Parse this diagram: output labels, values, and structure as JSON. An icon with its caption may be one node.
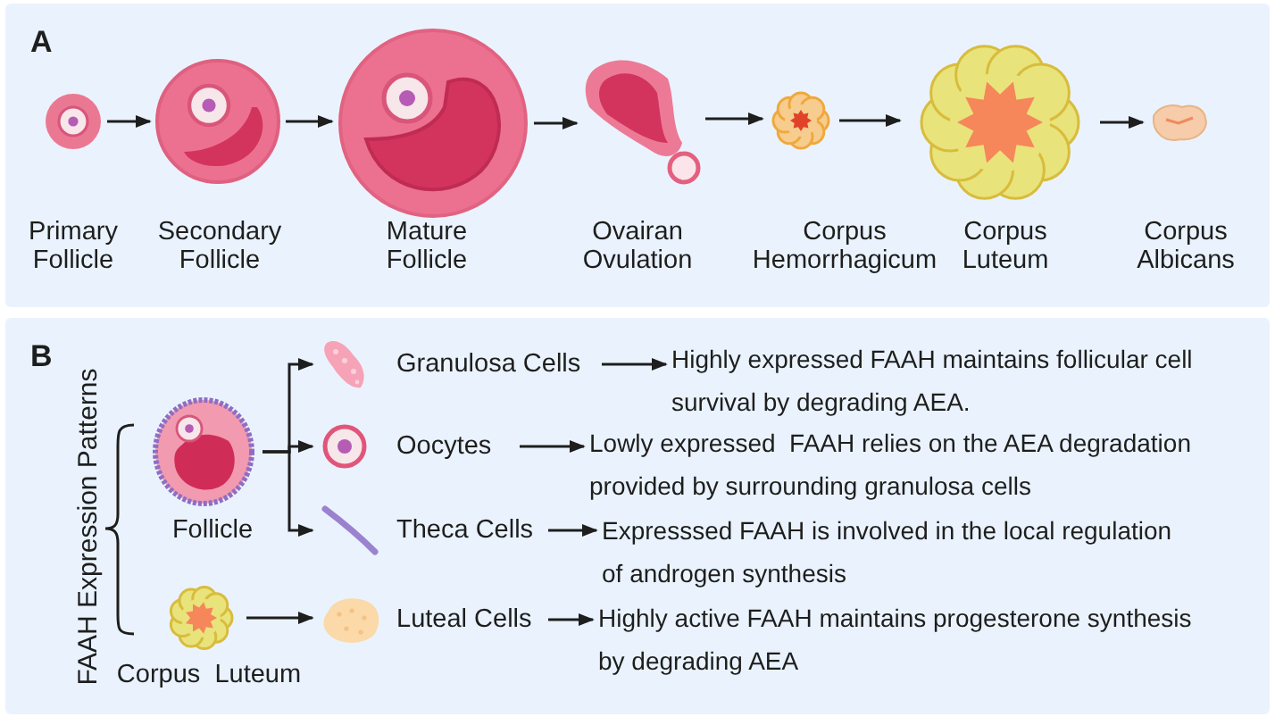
{
  "diagram": {
    "nodes": [
      {
        "text": [
          "A"
        ]
      },
      {
        "text": [],
        "shape": "picture",
        "in": 0
      },
      {
        "text": [],
        "shape": "picture",
        "in": 0
      },
      {
        "text": [],
        "shape": "picture",
        "in": 0
      },
      {
        "text": [],
        "shape": "picture",
        "in": 0
      },
      {
        "text": [],
        "shape": "picture",
        "in": 0
      },
      {
        "text": [],
        "shape": "picture",
        "in": 0
      },
      {
        "text": [],
        "shape": "picture",
        "in": 0
      },
      {
        "text": [
          "B"
        ]
      },
      {
        "text": [],
        "shape": "picture",
        "in": 8,
        "beside": [
          "Follicle"
        ]
      },
      {
        "text": [],
        "shape": "picture",
        "in": 8,
        "beside": [
          "Corpus  Luteum"
        ]
      },
      {
        "text": [
          "Granulosa Cells"
        ],
        "in": 8
      },
      {
        "text": [
          "Oocytes"
        ],
        "in": 8
      },
      {
        "text": [
          "Theca Cells"
        ],
        "in": 8
      },
      {
        "text": [
          "Luteal Cells"
        ],
        "in": 8
      },
      {
        "text": [
          "Highly expressed FAAH maintains follicular cell survival by degrading AEA."
        ],
        "in": 8
      },
      {
        "text": [
          "Lowly expressed  FAAH relies on the AEA degradation provided by surrounding granulosa cells"
        ],
        "in": 8
      },
      {
        "text": [
          "Expresssed FAAH is involved in the local regulation of androgen synthesis"
        ],
        "in": 8
      },
      {
        "text": [
          "Highly active FAAH maintains progesterone synthesis by degrading AEA"
        ],
        "in": 8
      }
    ],
    "edges": [
      {
        "from": 1,
        "to": 2,
        "arrow": "to"
      },
      {
        "from": 2,
        "to": 3,
        "arrow": "to"
      },
      {
        "from": 3,
        "to": 4,
        "arrow": "to"
      },
      {
        "from": 4,
        "to": 5,
        "arrow": "to"
      },
      {
        "from": 5,
        "to": 6,
        "arrow": "to"
      },
      {
        "from": 6,
        "to": 7,
        "arrow": "to"
      },
      {
        "from": 9,
        "to": 11,
        "arrow": "to"
      },
      {
        "from": 9,
        "to": 12,
        "arrow": "to"
      },
      {
        "from": 9,
        "to": 13,
        "arrow": "to"
      },
      {
        "from": 10,
        "to": 14,
        "arrow": "to"
      },
      {
        "from": 11,
        "to": 15,
        "arrow": "to"
      },
      {
        "from": 12,
        "to": 16,
        "arrow": "to"
      },
      {
        "from": 13,
        "to": 17,
        "arrow": "to"
      },
      {
        "from": 14,
        "to": 18,
        "arrow": "to"
      }
    ],
    "labels": [
      "Primary Follicle",
      "Secondary Follicle",
      "Mature Follicle",
      "Ovairan Ovulation",
      "Corpus Hemorrhagicum",
      "Corpus Luteum",
      "Corpus Albicans",
      "FAAH Expression Patterns"
    ]
  }
}
